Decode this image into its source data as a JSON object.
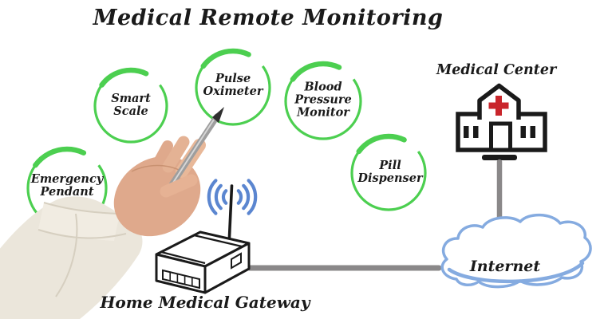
{
  "title": "Medical Remote Monitoring",
  "sensors": [
    {
      "id": "emergency-pendant",
      "label": "Emergency\nPendant"
    },
    {
      "id": "smart-scale",
      "label": "Smart\nScale"
    },
    {
      "id": "pulse-oximeter",
      "label": "Pulse\nOximeter"
    },
    {
      "id": "blood-pressure-monitor",
      "label": "Blood\nPressure\nMonitor"
    },
    {
      "id": "pill-dispenser",
      "label": "Pill\nDispenser"
    }
  ],
  "nodes": {
    "medical_center": {
      "label": "Medical Center",
      "icon": "hospital-building-icon"
    },
    "internet": {
      "label": "Internet",
      "icon": "cloud-icon"
    },
    "gateway": {
      "label": "Home Medical Gateway",
      "icon": "wifi-router-icon"
    }
  },
  "connections": [
    {
      "from": "home-medical-gateway",
      "to": "internet"
    },
    {
      "from": "medical-center",
      "to": "internet"
    }
  ],
  "icons": {
    "wifi": "wifi-signal-icon",
    "pointer": "hand-holding-pen"
  },
  "colors": {
    "circle_green": "#4ccf50",
    "wifi_blue": "#5b86d0",
    "cloud_blue": "#85abe0",
    "line_gray": "#8a8889",
    "ink_black": "#1a1a1a",
    "cross_red": "#c9252b",
    "skin": "#dfa98c",
    "sleeve": "#ebe6db"
  }
}
